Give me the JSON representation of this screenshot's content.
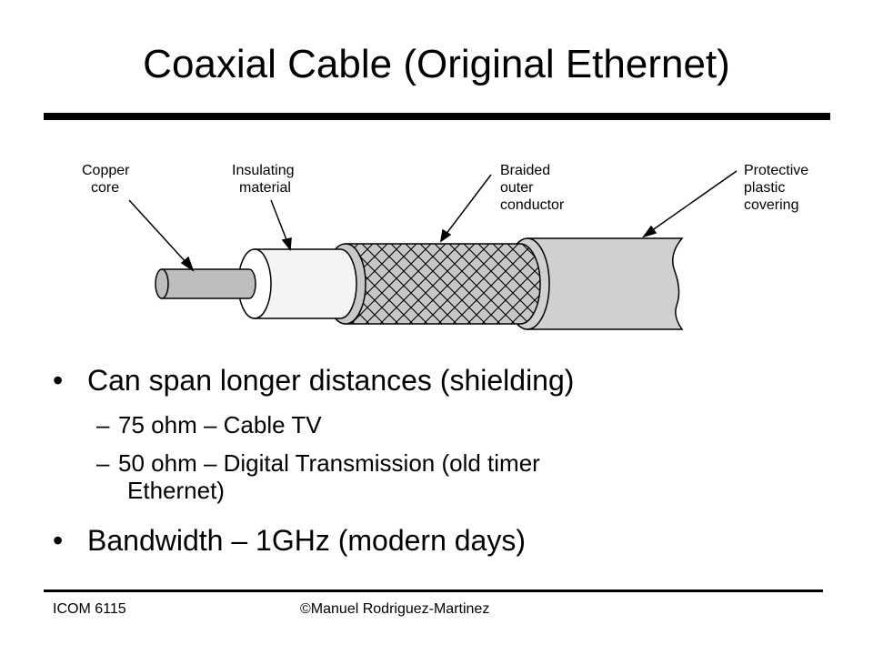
{
  "title": "Coaxial Cable (Original Ethernet)",
  "diagram": {
    "labels": {
      "copper_core": [
        "Copper",
        "core"
      ],
      "insulating_material": [
        "Insulating",
        "material"
      ],
      "braided_outer_conductor": [
        "Braided",
        "outer",
        "conductor"
      ],
      "protective_plastic_covering": [
        "Protective",
        "plastic",
        "covering"
      ]
    }
  },
  "bullets": [
    {
      "text": "Can span longer distances (shielding)",
      "subitems": [
        "75 ohm – Cable TV",
        "50 ohm – Digital Transmission (old timer",
        "Ethernet)"
      ]
    },
    {
      "text": "Bandwidth – 1GHz (modern days)",
      "subitems": []
    }
  ],
  "footer": {
    "left": "ICOM 6115",
    "center": "©Manuel Rodriguez-Martinez"
  }
}
